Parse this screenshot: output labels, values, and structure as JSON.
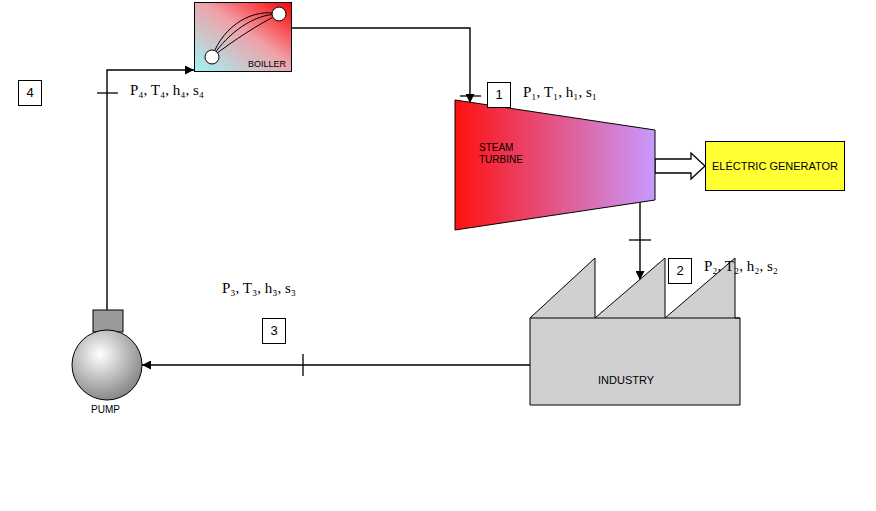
{
  "diagram": {
    "nodes": [
      {
        "text": [
          "BOILLER"
        ]
      },
      {
        "text": [
          "STEAM TURBINE"
        ]
      },
      {
        "text": [
          "ELÉCTRIC GENERATOR"
        ]
      },
      {
        "text": [
          "INDUSTRY"
        ]
      },
      {
        "text": [
          "PUMP"
        ]
      }
    ],
    "edges": [
      {
        "from": 0,
        "to": 1,
        "arrow": "to"
      },
      {
        "from": 1,
        "to": 3,
        "arrow": "to"
      },
      {
        "from": 3,
        "to": 4,
        "arrow": "to"
      },
      {
        "from": 4,
        "to": 0,
        "arrow": "to"
      },
      {
        "from": 1,
        "to": 2,
        "arrow": "to"
      }
    ],
    "labels": [
      "1",
      "P₁, T₁, h₁, s₁",
      "2",
      "P₂, T₂, h₂, s₂",
      "3",
      "P₃, T₃, h₃, s₃",
      "4",
      "P₄, T₄, h₄, s₄"
    ]
  }
}
